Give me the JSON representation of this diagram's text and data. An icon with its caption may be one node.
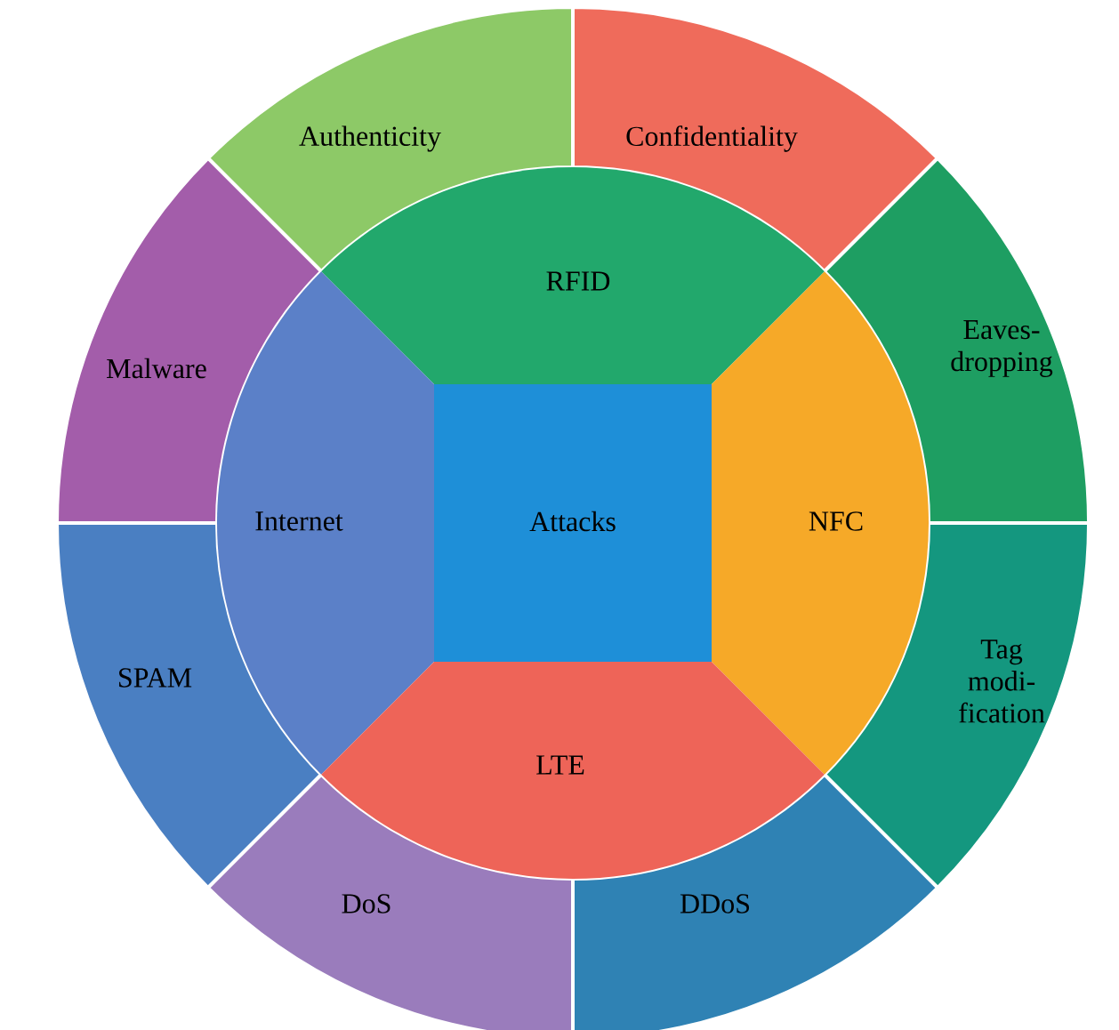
{
  "diagram": {
    "nodes": [
      {
        "text": [
          "Authenticity"
        ]
      },
      {
        "text": [
          "Confidentiality"
        ]
      },
      {
        "text": [
          "RFID"
        ]
      },
      {
        "text": [
          "Malware"
        ]
      },
      {
        "text": [
          "Eaves- dropping"
        ]
      },
      {
        "text": [
          "Internet"
        ]
      },
      {
        "text": [
          "Attacks"
        ]
      },
      {
        "text": [
          "NFC"
        ]
      },
      {
        "text": [
          "SPAM"
        ]
      },
      {
        "text": [
          "Tag modi- fication"
        ]
      },
      {
        "text": [
          "LTE"
        ]
      },
      {
        "text": [
          "DoS"
        ]
      },
      {
        "text": [
          "DDoS"
        ]
      }
    ],
    "edges": []
  }
}
